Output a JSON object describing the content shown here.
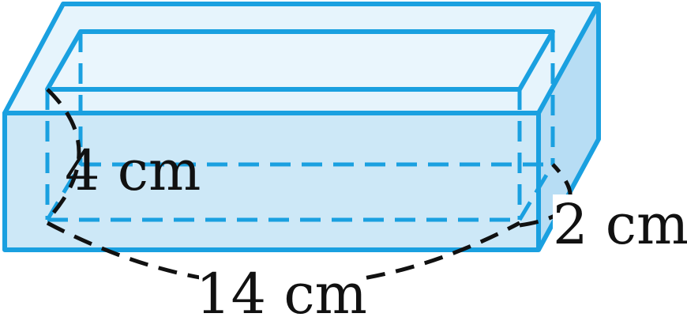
{
  "diagram": {
    "shape": "open rectangular container (box without lid)",
    "labels": {
      "height": "4 cm",
      "width": "2 cm",
      "length": "14 cm"
    },
    "colors": {
      "edge": "#1aa0e0",
      "front_face": "#cde8f7",
      "top_face": "#e6f4fc",
      "side_face": "#b7ddf4",
      "dimension_line": "#111111"
    }
  }
}
